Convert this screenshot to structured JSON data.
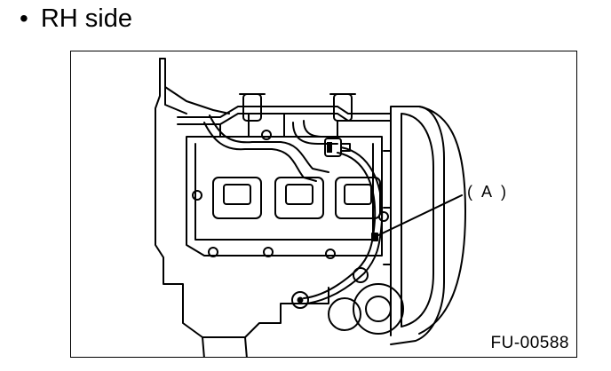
{
  "heading": {
    "bullet": "•",
    "text": "RH side"
  },
  "figure": {
    "callout_label": "( A )",
    "figure_code": "FU-00588",
    "colors": {
      "line": "#000000",
      "background": "#ffffff",
      "fill_dark": "#000000"
    }
  }
}
